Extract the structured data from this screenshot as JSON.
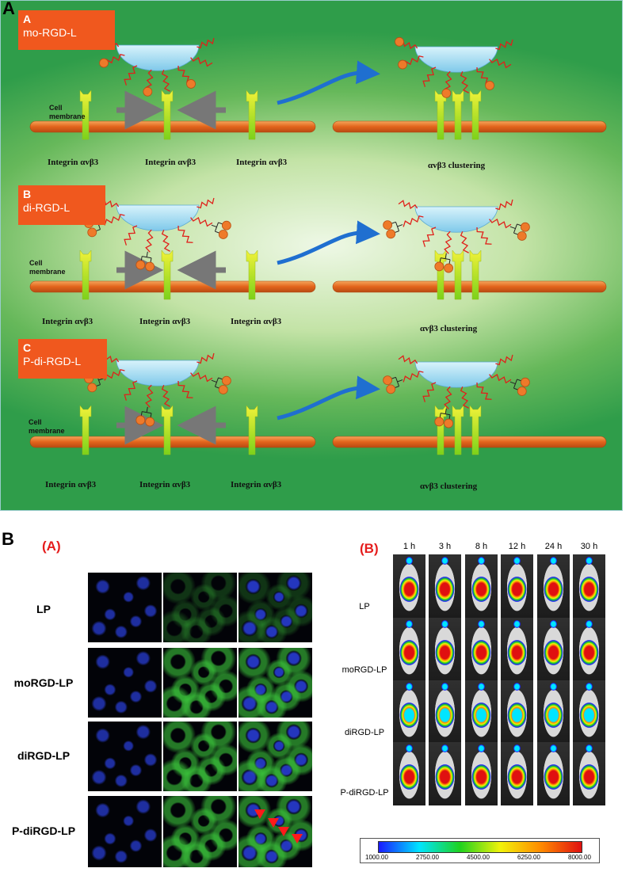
{
  "panel_letters": {
    "top": "A",
    "bottom": "B"
  },
  "schematic": {
    "rows": [
      {
        "letter": "A",
        "name": "mo-RGD-L"
      },
      {
        "letter": "B",
        "name": "di-RGD-L"
      },
      {
        "letter": "C",
        "name": "P-di-RGD-L"
      }
    ],
    "cell_membrane_line1": "Cell",
    "cell_membrane_line2": "membrane",
    "integrin_label": "Integrin αvβ3",
    "clustering_label": "αvβ3 clustering"
  },
  "confocal": {
    "label": "(A)",
    "rows": [
      "LP",
      "moRGD-LP",
      "diRGD-LP",
      "P-diRGD-LP"
    ]
  },
  "imaging": {
    "label": "(B)",
    "times": [
      "1 h",
      "3 h",
      "8 h",
      "12 h",
      "24 h",
      "30 h"
    ],
    "rows": [
      "LP",
      "moRGD-LP",
      "diRGD-LP",
      "P-diRGD-LP"
    ],
    "colorbar_ticks": [
      "1000.00",
      "2750.00",
      "4500.00",
      "6250.00",
      "8000.00"
    ],
    "colorbar_colors": [
      "#1a1aff",
      "#00e5ff",
      "#1fd21f",
      "#f2f20a",
      "#ff8a00",
      "#e01010"
    ]
  }
}
